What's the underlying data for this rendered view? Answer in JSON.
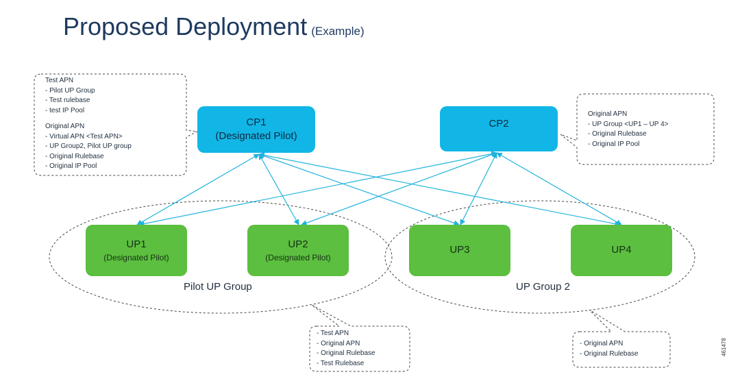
{
  "title": {
    "main": "Proposed Deployment",
    "sub": "(Example)"
  },
  "nodes": {
    "cp1": {
      "line1": "CP1",
      "line2": "(Designated Pilot)"
    },
    "cp2": {
      "line1": "CP2"
    },
    "up1": {
      "line1": "UP1",
      "line2": "(Designated Pilot)"
    },
    "up2": {
      "line1": "UP2",
      "line2": "(Designated Pilot)"
    },
    "up3": {
      "line1": "UP3"
    },
    "up4": {
      "line1": "UP4"
    }
  },
  "groups": {
    "pilot": {
      "label": "Pilot UP Group"
    },
    "group2": {
      "label": "UP Group 2"
    }
  },
  "notes": {
    "cp1": {
      "lines": [
        "Test APN",
        " - Pilot UP Group",
        " - Test rulebase",
        " - test IP Pool",
        "",
        "Original APN",
        " - Virtual APN <Test APN>",
        " - UP Group2, Pilot UP group",
        " - Original Rulebase",
        " - Original IP Pool"
      ]
    },
    "cp2": {
      "lines": [
        "Original APN",
        " - UP Group <UP1 – UP 4>",
        " - Original Rulebase",
        " - Original IP Pool"
      ]
    },
    "pilot": {
      "lines": [
        "- Test APN",
        "- Original APN",
        "- Original Rulebase",
        "- Test Rulebase"
      ]
    },
    "group2": {
      "lines": [
        "- Original APN",
        "- Original Rulebase"
      ]
    }
  },
  "doc_id": "461478",
  "colors": {
    "cp_fill": "#12b6e6",
    "up_fill": "#5cbf3f",
    "link": "#20b3dd",
    "title": "#1e3a5f"
  }
}
